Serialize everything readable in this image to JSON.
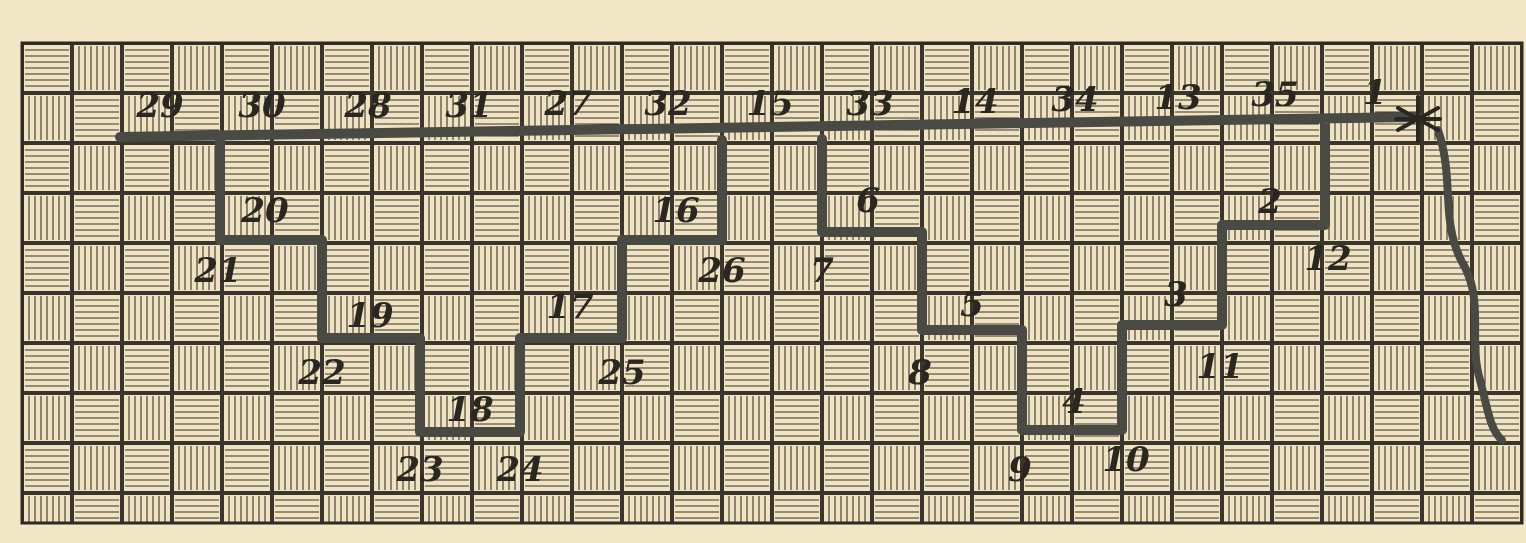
{
  "colors": {
    "paper": "#f1e6c6",
    "ink": "#3a352d",
    "path": "#4a4a44"
  },
  "diagram": {
    "start_marker": "asterisk-icon",
    "labels": [
      {
        "id": "29",
        "text": "29"
      },
      {
        "id": "30",
        "text": "30"
      },
      {
        "id": "28",
        "text": "28"
      },
      {
        "id": "31",
        "text": "31"
      },
      {
        "id": "27",
        "text": "27"
      },
      {
        "id": "32",
        "text": "32"
      },
      {
        "id": "15",
        "text": "15"
      },
      {
        "id": "33",
        "text": "33"
      },
      {
        "id": "14",
        "text": "14"
      },
      {
        "id": "34",
        "text": "34"
      },
      {
        "id": "13",
        "text": "13"
      },
      {
        "id": "35",
        "text": "35"
      },
      {
        "id": "1",
        "text": "1"
      },
      {
        "id": "20",
        "text": "20"
      },
      {
        "id": "16",
        "text": "16"
      },
      {
        "id": "6",
        "text": "6"
      },
      {
        "id": "2",
        "text": "2"
      },
      {
        "id": "21",
        "text": "21"
      },
      {
        "id": "26",
        "text": "26"
      },
      {
        "id": "7",
        "text": "7"
      },
      {
        "id": "12",
        "text": "12"
      },
      {
        "id": "19",
        "text": "19"
      },
      {
        "id": "17",
        "text": "17"
      },
      {
        "id": "5",
        "text": "5"
      },
      {
        "id": "3",
        "text": "3"
      },
      {
        "id": "22",
        "text": "22"
      },
      {
        "id": "25",
        "text": "25"
      },
      {
        "id": "8",
        "text": "8"
      },
      {
        "id": "11",
        "text": "11"
      },
      {
        "id": "18",
        "text": "18"
      },
      {
        "id": "4",
        "text": "4"
      },
      {
        "id": "23",
        "text": "23"
      },
      {
        "id": "24",
        "text": "24"
      },
      {
        "id": "9",
        "text": "9"
      },
      {
        "id": "10",
        "text": "10"
      }
    ]
  }
}
